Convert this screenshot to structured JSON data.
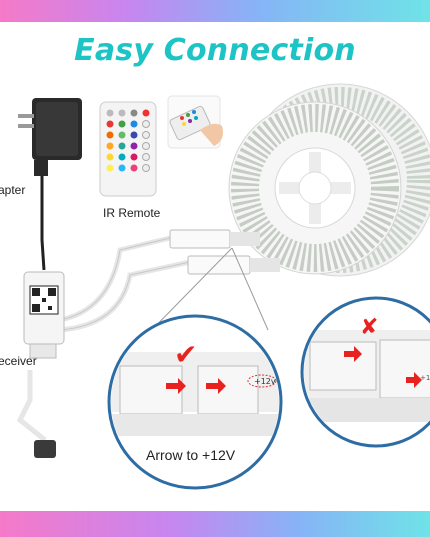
{
  "title": "Easy Connection",
  "labels": {
    "adapter": "apter",
    "ir_remote": "IR Remote",
    "receiver": "eceiver",
    "arrow_hint": "Arrow to +12V"
  },
  "marks": {
    "correct": "✔",
    "wrong": "✘",
    "voltage_tag": "+12v"
  },
  "colors": {
    "title": "#1dc4c6",
    "accent_red": "#e8231f",
    "circle_ring": "#2e6da4"
  }
}
